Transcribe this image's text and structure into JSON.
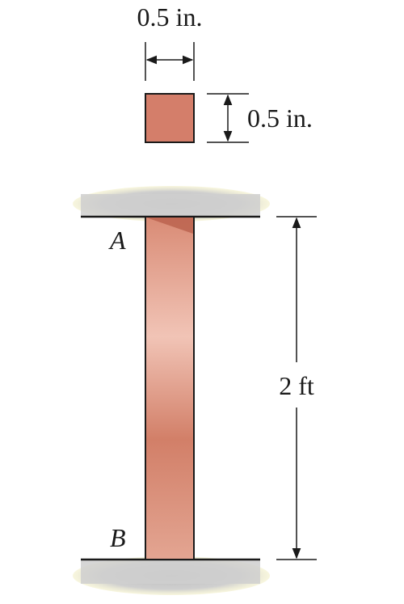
{
  "cross_section": {
    "width_label": "0.5 in.",
    "height_label": "0.5 in."
  },
  "column": {
    "top_point": "A",
    "bottom_point": "B",
    "length_label": "2 ft"
  },
  "colors": {
    "member_fill": "#d98b75",
    "member_highlight": "#f1c4b6",
    "support_shade": "#c9c9c9",
    "support_glow": "#f3f0c8",
    "line": "#1a1a1a"
  }
}
